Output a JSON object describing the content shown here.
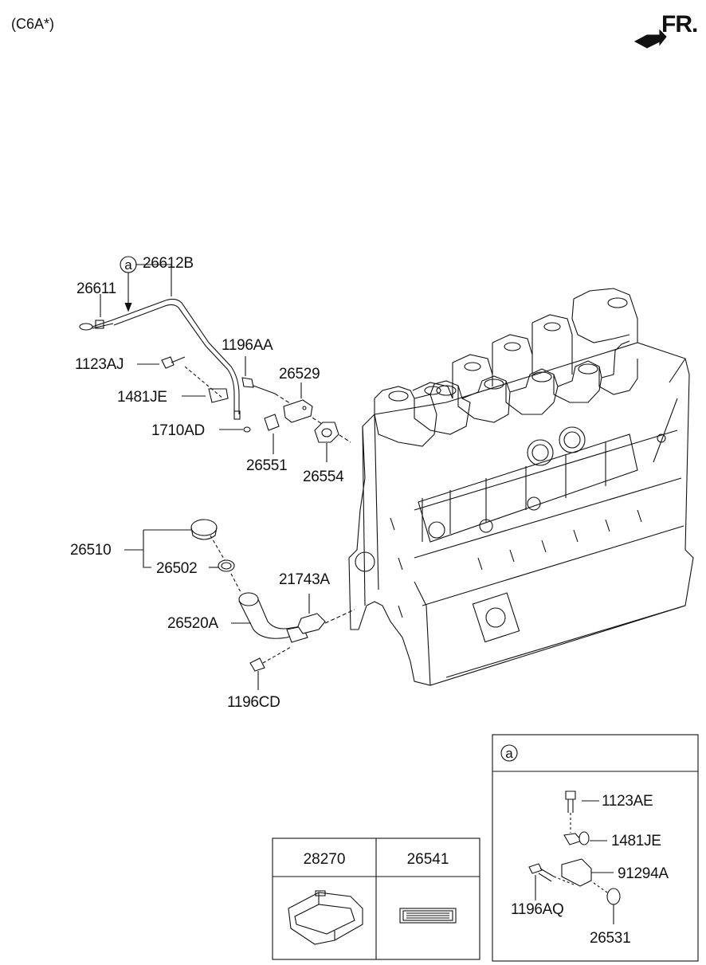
{
  "header": {
    "variant": "(C6A*)",
    "direction_label": "FR."
  },
  "callout_marker": "a",
  "labels": {
    "dipstick_tube": "26612B",
    "dipstick": "26611",
    "bolt_top": "1196AA",
    "bolt_clip": "1123AJ",
    "gasket_top": "26529",
    "clip": "1481JE",
    "oring_small": "1710AD",
    "spacer": "26551",
    "gasket_flange": "26554",
    "filler_assembly": "26510",
    "seal": "26502",
    "gasket_bottom": "21743A",
    "filler_pipe": "26520A",
    "bolt_bottom": "1196CD"
  },
  "parts_table": {
    "col1_header": "28270",
    "col2_header": "26541"
  },
  "detail_box": {
    "marker": "a",
    "labels": [
      "1123AE",
      "1481JE",
      "91294A",
      "1196AQ",
      "26531"
    ]
  }
}
